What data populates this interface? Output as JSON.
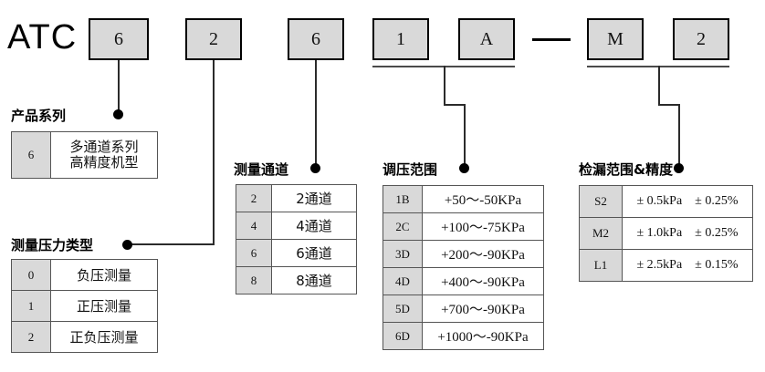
{
  "brand": {
    "text": "ATC"
  },
  "code_boxes": [
    {
      "name": "series",
      "value": "6"
    },
    {
      "name": "pressure-type",
      "value": "2"
    },
    {
      "name": "channels",
      "value": "6"
    },
    {
      "name": "range-digit",
      "value": "1"
    },
    {
      "name": "range-letter",
      "value": "A"
    },
    {
      "name": "leak-letter",
      "value": "M"
    },
    {
      "name": "leak-digit",
      "value": "2"
    }
  ],
  "separator": "—",
  "sections": {
    "series": {
      "title": "产品系列",
      "rows": [
        {
          "code": "6",
          "value_line1": "多通道系列",
          "value_line2": "高精度机型"
        }
      ]
    },
    "pressure_type": {
      "title": "测量压力类型",
      "rows": [
        {
          "code": "0",
          "value": "负压测量"
        },
        {
          "code": "1",
          "value": "正压测量"
        },
        {
          "code": "2",
          "value": "正负压测量"
        }
      ]
    },
    "channels": {
      "title": "测量通道",
      "rows": [
        {
          "code": "2",
          "value": "2通道"
        },
        {
          "code": "4",
          "value": "4通道"
        },
        {
          "code": "6",
          "value": "6通道"
        },
        {
          "code": "8",
          "value": "8通道"
        }
      ]
    },
    "pressure_range": {
      "title": "调压范围",
      "rows": [
        {
          "code": "1B",
          "value": "+50～-50KPa"
        },
        {
          "code": "2C",
          "value": "+100～-75KPa"
        },
        {
          "code": "3D",
          "value": "+200～-90KPa"
        },
        {
          "code": "4D",
          "value": "+400～-90KPa"
        },
        {
          "code": "5D",
          "value": "+700～-90KPa"
        },
        {
          "code": "6D",
          "value": "+1000～-90KPa"
        }
      ]
    },
    "leak_detection": {
      "title": "检漏范围&精度",
      "rows": [
        {
          "code": "S2",
          "range": "± 0.5kPa",
          "accuracy": "± 0.25%"
        },
        {
          "code": "M2",
          "range": "± 1.0kPa",
          "accuracy": "± 0.25%"
        },
        {
          "code": "L1",
          "range": "± 2.5kPa",
          "accuracy": "± 0.15%"
        }
      ]
    }
  },
  "colors": {
    "box_fill": "#d9d9d9",
    "box_border": "#000000",
    "line": "#2b2b2b",
    "table_border": "#555555",
    "background": "#ffffff"
  }
}
